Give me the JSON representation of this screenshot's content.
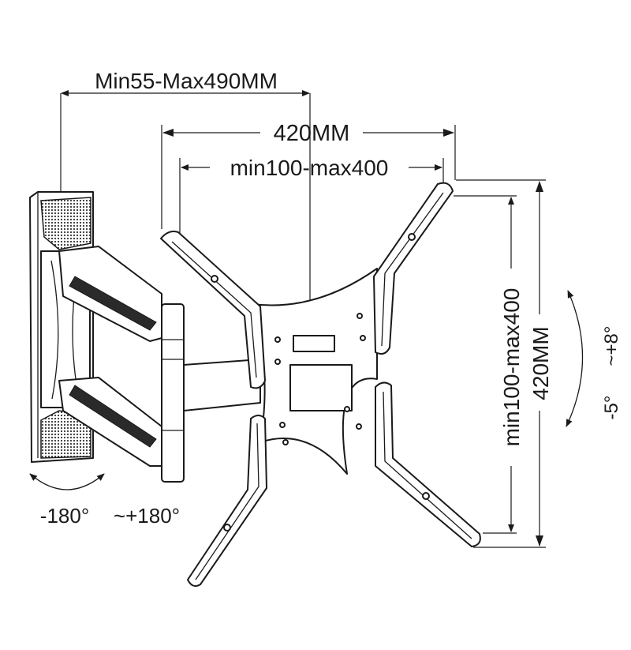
{
  "dimensions": {
    "arm_extension": "Min55-Max490MM",
    "bracket_width_total": "420MM",
    "vesa_horizontal": "min100-max400",
    "vesa_vertical": "min100-max400",
    "bracket_height_total": "420MM"
  },
  "rotation": {
    "swivel_min": "-180°",
    "swivel_max": "~+180°",
    "tilt_min": "-5°",
    "tilt_max": "~+8°"
  },
  "colors": {
    "ink": "#1a1a1a",
    "background": "#ffffff"
  }
}
